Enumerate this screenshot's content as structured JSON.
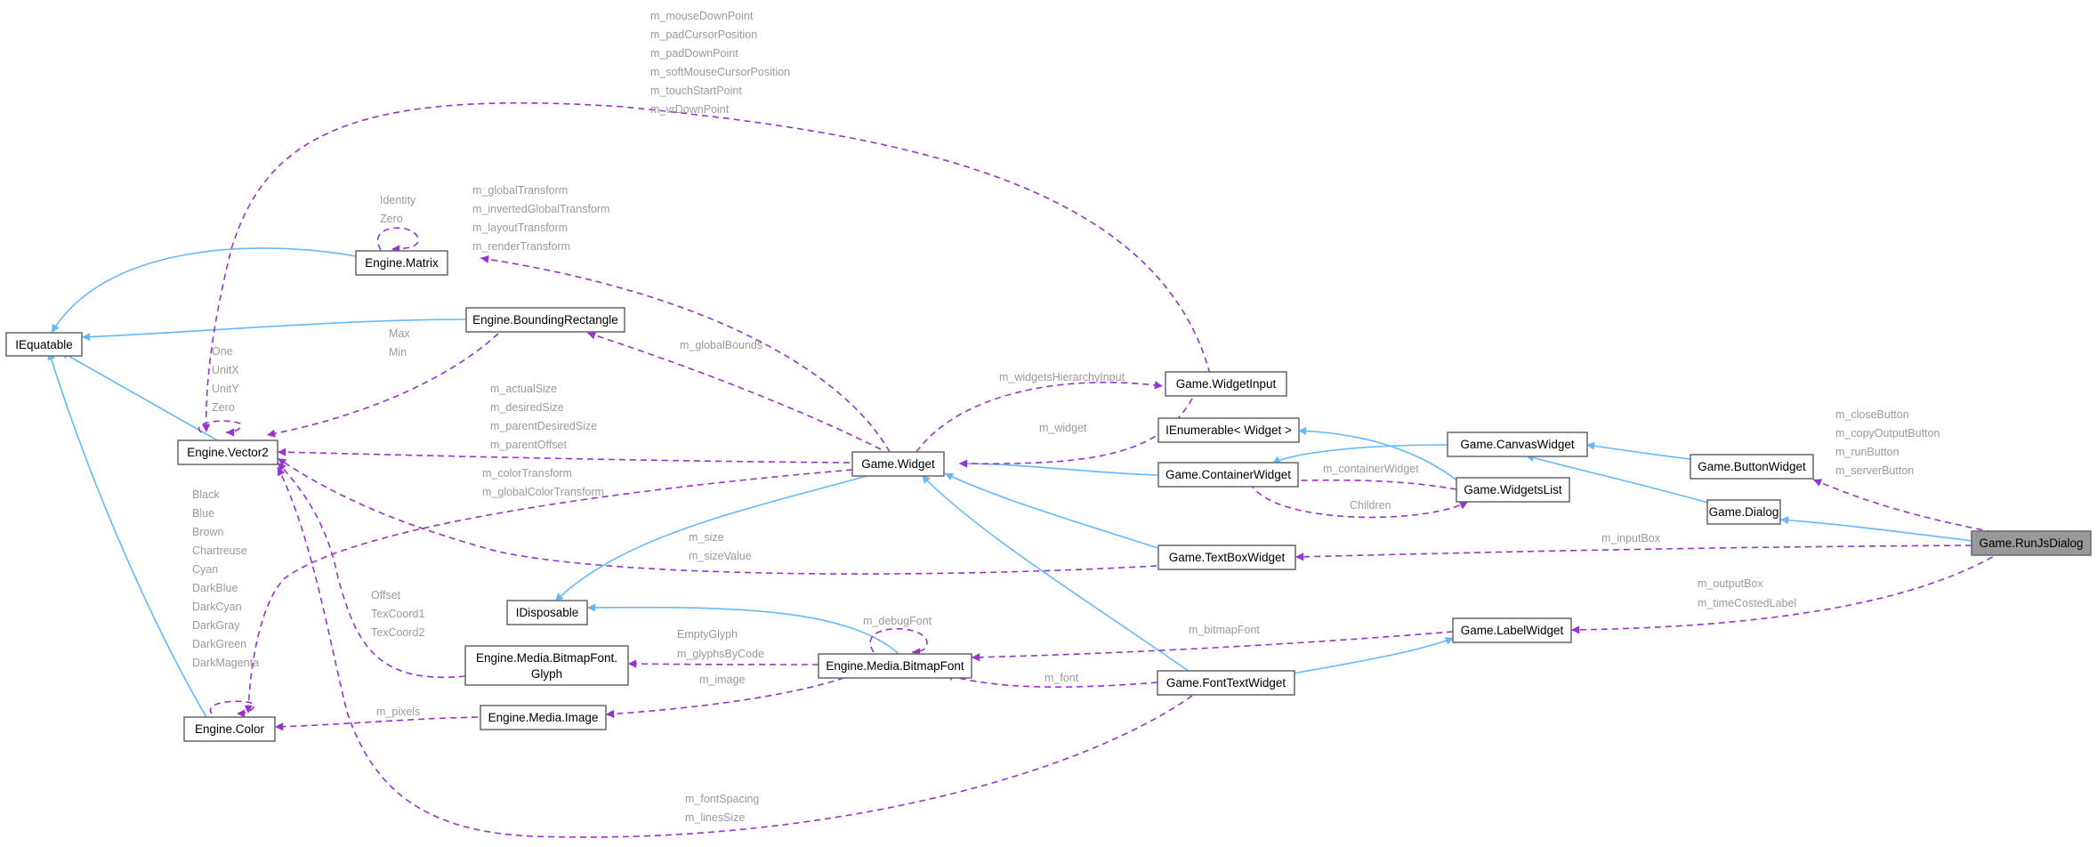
{
  "nodes": {
    "iequatable": "IEquatable",
    "vector2": "Engine.Vector2",
    "color": "Engine.Color",
    "matrix": "Engine.Matrix",
    "boundingRect": "Engine.BoundingRectangle",
    "glyph_l1": "Engine.Media.BitmapFont.",
    "glyph_l2": "Glyph",
    "image": "Engine.Media.Image",
    "idisposable": "IDisposable",
    "bitmapFont": "Engine.Media.BitmapFont",
    "widget": "Game.Widget",
    "widgetInput": "Game.WidgetInput",
    "ienumerable": "IEnumerable< Widget >",
    "containerWidget": "Game.ContainerWidget",
    "widgetsList": "Game.WidgetsList",
    "canvasWidget": "Game.CanvasWidget",
    "textBoxWidget": "Game.TextBoxWidget",
    "labelWidget": "Game.LabelWidget",
    "fontTextWidget": "Game.FontTextWidget",
    "buttonWidget": "Game.ButtonWidget",
    "dialog": "Game.Dialog",
    "runJsDialog": "Game.RunJsDialog"
  },
  "edge_labels": {
    "widgetInput_vector2": [
      "m_mouseDownPoint",
      "m_padCursorPosition",
      "m_padDownPoint",
      "m_softMouseCursorPosition",
      "m_touchStartPoint",
      "m_vrDownPoint"
    ],
    "matrix_self": [
      "Identity",
      "Zero"
    ],
    "widget_matrix": [
      "m_globalTransform",
      "m_invertedGlobalTransform",
      "m_layoutTransform",
      "m_renderTransform"
    ],
    "bounding_vector2": [
      "Max",
      "Min"
    ],
    "vector2_self": [
      "One",
      "UnitX",
      "UnitY",
      "Zero"
    ],
    "widget_bounding": [
      "m_globalBounds"
    ],
    "widget_vector2": [
      "m_actualSize",
      "m_desiredSize",
      "m_parentDesiredSize",
      "m_parentOffset"
    ],
    "widget_color": [
      "m_colorTransform",
      "m_globalColorTransform"
    ],
    "color_self": [
      "Black",
      "Blue",
      "Brown",
      "Chartreuse",
      "Cyan",
      "DarkBlue",
      "DarkCyan",
      "DarkGray",
      "DarkGreen",
      "DarkMagenta"
    ],
    "textbox_vector2": [
      "m_size",
      "m_sizeValue"
    ],
    "glyph_vector2": [
      "Offset",
      "TexCoord1",
      "TexCoord2"
    ],
    "widget_widgetInput": [
      "m_widgetsHierarchyInput"
    ],
    "widgetInput_widget": [
      "m_widget"
    ],
    "widgetsList_container": [
      "m_containerWidget"
    ],
    "container_widgetsList": [
      "Children"
    ],
    "bitmap_self": [
      "m_debugFont"
    ],
    "bitmap_glyph": [
      "EmptyGlyph",
      "m_glyphsByCode"
    ],
    "bitmap_image": [
      "m_image"
    ],
    "image_color": [
      "m_pixels"
    ],
    "fonttext_bitmap": [
      "m_font"
    ],
    "label_bitmap": [
      "m_bitmapFont"
    ],
    "fonttext_vector2": [
      "m_fontSpacing",
      "m_linesSize"
    ],
    "runjs_button": [
      "m_closeButton",
      "m_copyOutputButton",
      "m_runButton",
      "m_serverButton"
    ],
    "runjs_textbox": [
      "m_inputBox"
    ],
    "runjs_label": [
      "m_outputBox",
      "m_timeCostedLabel"
    ]
  },
  "colors": {
    "inheritance": "#63b8ff",
    "usage": "#9a32cd",
    "label": "#9a9a9a",
    "focus_fill": "#999999"
  }
}
